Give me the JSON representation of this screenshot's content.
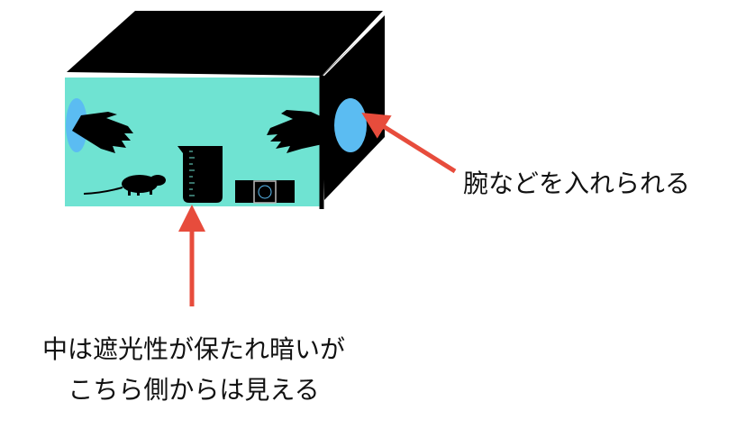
{
  "annotations": {
    "side_hole": "腕などを入れられる",
    "front_panel_line1": "中は遮光性が保たれ暗いが",
    "front_panel_line2": "こちら側からは見える"
  },
  "colors": {
    "box_body": "#000000",
    "front_panel": "#6fe3d2",
    "arm_hole": "#5bbcf2",
    "arrow": "#e74c3c"
  }
}
